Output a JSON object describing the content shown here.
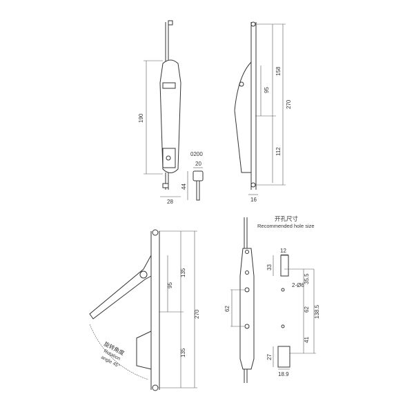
{
  "front_view": {
    "height": "190",
    "width": "28"
  },
  "key": {
    "code": "0200",
    "width": "20",
    "length": "44"
  },
  "side_view": {
    "top": "158",
    "handle": "95",
    "total": "270",
    "bottom": "112",
    "depth": "16"
  },
  "open_view": {
    "top": "135",
    "handle": "95",
    "total": "270",
    "bottom": "135",
    "rotation_cn": "旋转角度",
    "rotation_en1": "Rotation",
    "rotation_en2": "angle 45°"
  },
  "hole_size": {
    "title_cn": "开孔尺寸",
    "title_en": "Recommended hole size",
    "top_w": "12",
    "top_h": "33",
    "holes": "2-Ø6",
    "d1": "35.5",
    "d2": "62",
    "total": "138.5",
    "d3": "41",
    "bot_h": "27",
    "bot_w": "18.9",
    "mount": "62"
  }
}
